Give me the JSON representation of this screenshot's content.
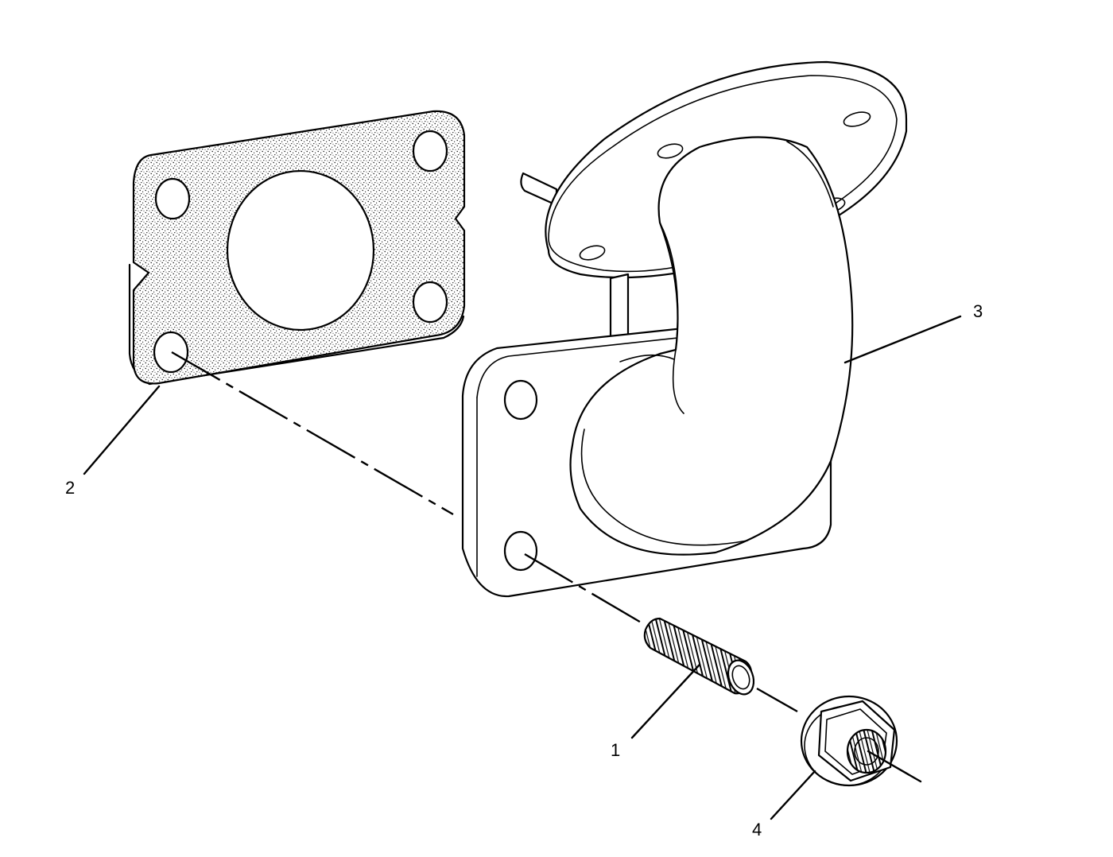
{
  "diagram": {
    "colors": {
      "line": "#000000",
      "background": "#ffffff"
    },
    "callouts": [
      {
        "id": "1",
        "label": "1",
        "part": "stud"
      },
      {
        "id": "2",
        "label": "2",
        "part": "gasket"
      },
      {
        "id": "3",
        "label": "3",
        "part": "elbow"
      },
      {
        "id": "4",
        "label": "4",
        "part": "nut"
      }
    ]
  }
}
